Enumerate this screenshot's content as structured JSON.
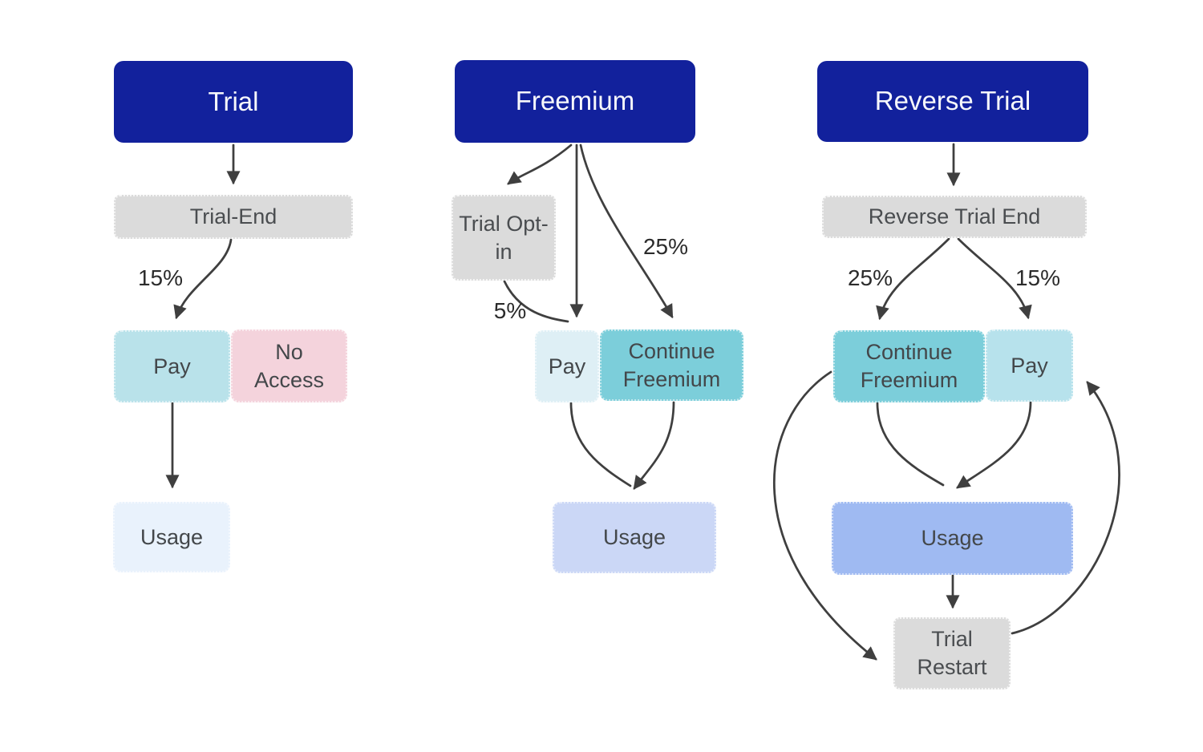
{
  "colors": {
    "header_bg": "#12219C",
    "header_text": "#F7F8FB",
    "gray_box": "#DBDBDB",
    "pay_teal": "#B9E2EA",
    "pay_light_cyan": "#DEEFF5",
    "continue_freemium_teal": "#7CCEDA",
    "no_access_pink": "#F4D3DC",
    "usage_lightest_blue": "#E9F2FC",
    "usage_light_periwinkle": "#CBD7F6",
    "usage_medium_periwinkle": "#9FBAF2",
    "arrow": "#3F3F3F",
    "node_text": "#43474A",
    "label_text": "#2B2B2B"
  },
  "trial_flow": {
    "title": "Trial",
    "trial_end": "Trial-End",
    "pay_pct": "15%",
    "pay": "Pay",
    "no_access": "No Access",
    "usage": "Usage"
  },
  "freemium_flow": {
    "title": "Freemium",
    "trial_opt_in": "Trial Opt-in",
    "opt_in_pct": "5%",
    "continue_pct": "25%",
    "pay": "Pay",
    "continue_freemium": "Continue Freemium",
    "usage": "Usage"
  },
  "reverse_trial_flow": {
    "title": "Reverse Trial",
    "reverse_trial_end": "Reverse Trial End",
    "continue_pct": "25%",
    "pay_pct": "15%",
    "continue_freemium": "Continue Freemium",
    "pay": "Pay",
    "usage": "Usage",
    "trial_restart": "Trial Restart"
  }
}
